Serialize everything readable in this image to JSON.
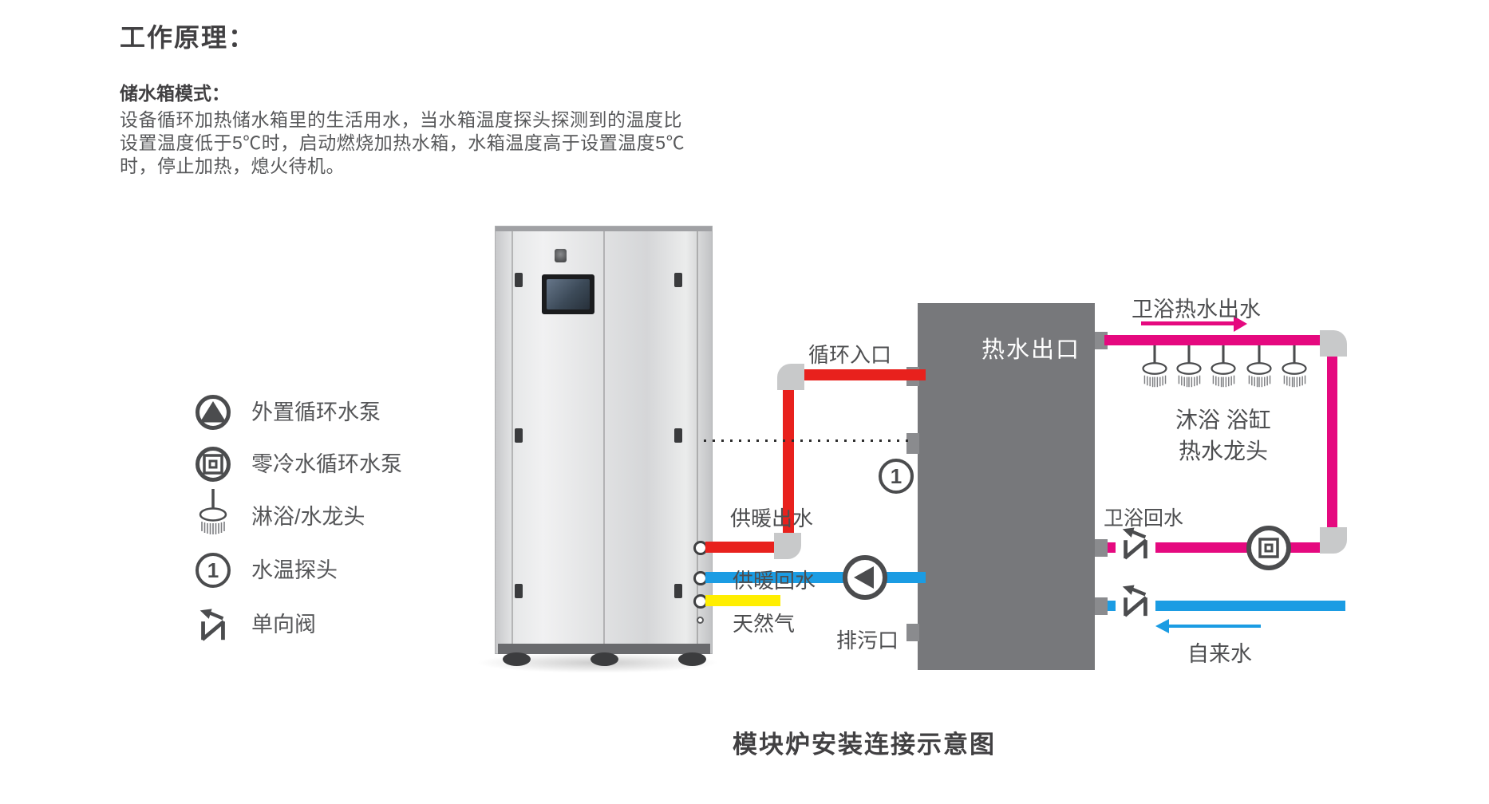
{
  "page": {
    "title": "工作原理：",
    "caption": "模块炉安装连接示意图"
  },
  "description": {
    "heading": "储水箱模式：",
    "lines": [
      "设备循环加热储水箱里的生活用水，当水箱温度探头探测到的温度比",
      "设置温度低于5℃时，启动燃烧加热水箱，水箱温度高于设置温度5℃",
      "时，停止加热，熄火待机。"
    ]
  },
  "legend": {
    "items": [
      {
        "icon": "circulation-pump-icon",
        "label": "外置循环水泵"
      },
      {
        "icon": "zero-cold-water-pump-icon",
        "label": "零冷水循环水泵"
      },
      {
        "icon": "shower-faucet-icon",
        "label": "淋浴/水龙头"
      },
      {
        "icon": "temperature-probe-icon",
        "label": "水温探头"
      },
      {
        "icon": "check-valve-icon",
        "label": "单向阀"
      }
    ]
  },
  "diagram": {
    "tank_label": "热水出口",
    "probe_number": "1",
    "labels": {
      "circulation_inlet": "循环入口",
      "heating_outlet": "供暖出水",
      "heating_return": "供暖回水",
      "natural_gas": "天然气",
      "drain_outlet": "排污口",
      "bath_hot_water_out": "卫浴热水出水",
      "bath_return": "卫浴回水",
      "shower_bathtub": "沐浴 浴缸",
      "hot_water_tap": "热水龙头",
      "tap_water": "自来水"
    },
    "colors": {
      "hot_pipe_red": "#e8211d",
      "cold_pipe_blue": "#1b9ce3",
      "gas_pipe_yellow": "#ffee00",
      "bath_pipe_magenta": "#e5097f",
      "tank_gray": "#77787b",
      "fitting_gray": "#c8c9ca",
      "icon_dark_gray": "#4b4c4e",
      "text_gray": "#58595b"
    }
  }
}
